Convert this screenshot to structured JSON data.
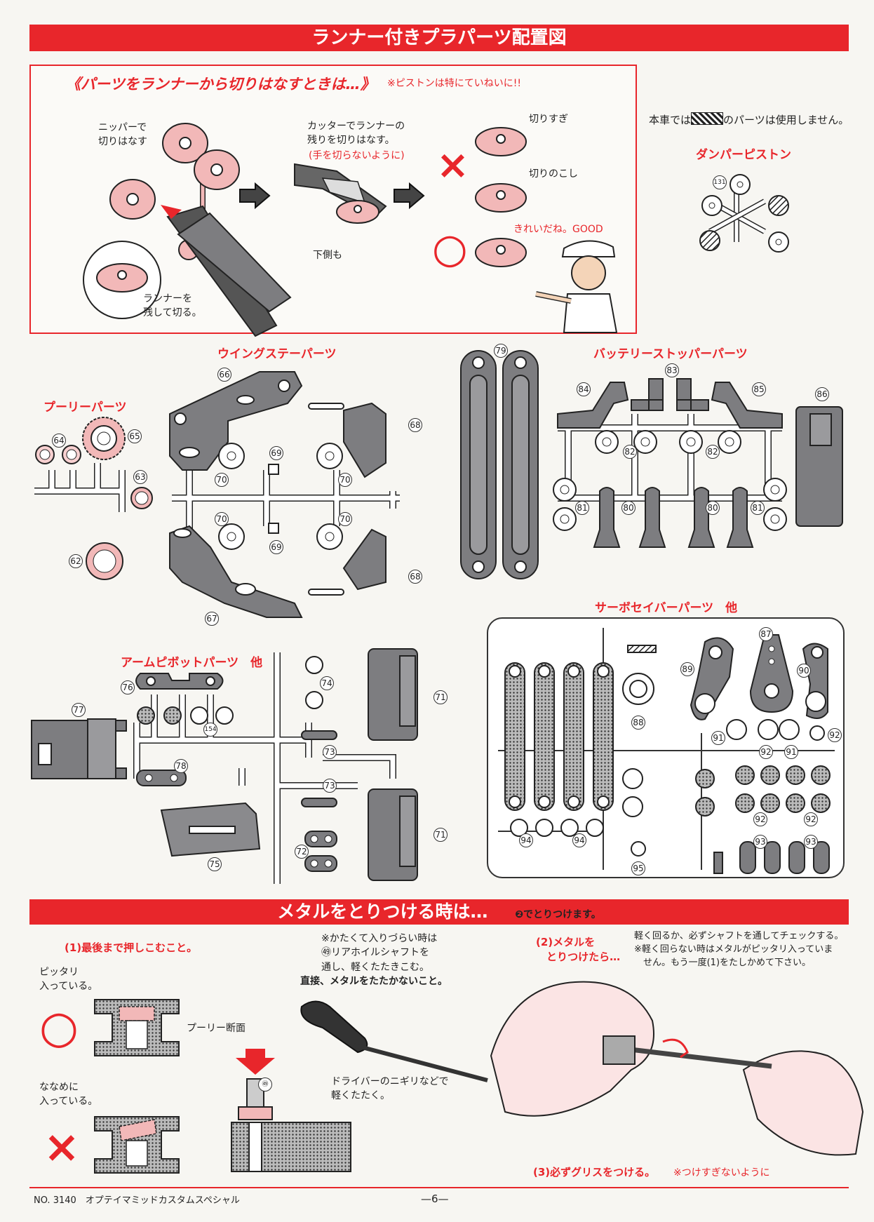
{
  "header": {
    "title": "ランナー付きプラパーツ配置図"
  },
  "cut_box": {
    "title": "《パーツをランナーから切りはなすときは…》",
    "note": "※ピストンは特にていねいに!!",
    "nipper_label": "ニッパーで\n切りはなす",
    "leave_runner": "ランナーを\n残して切る。",
    "cutter_label": "カッターでランナーの\n残りを切りはなす。",
    "cutter_caution": "(手を切らないように)",
    "underside": "下側も",
    "overcut": "切りすぎ",
    "undercut": "切りのこし",
    "good": "きれいだね。GOOD",
    "mark_bad": "×",
    "mark_good": "○"
  },
  "notice": {
    "before": "本車では",
    "after": "のパーツは使用しません。"
  },
  "sections": {
    "damper": "ダンパーピストン",
    "wing": "ウイングステーパーツ",
    "battery": "バッテリーストッパーパーツ",
    "pulley": "プーリーパーツ",
    "servo": "サーボセイバーパーツ　他",
    "arm": "アームピボットパーツ　他"
  },
  "metal": {
    "title": "メタルをとりつける時は…",
    "subnote": "❷でとりつけます。",
    "step1": "(1)最後まで押しこむこと。",
    "ok_label": "ピッタリ\n入っている。",
    "ng_label": "ななめに\n入っている。",
    "pulley_section": "プーリー断面",
    "hard_note": "※かたくて入りづらい時は\n㊾リアホイルシャフトを\n通し、軽くたたきこむ。",
    "warn": "直接、メタルをたたかないこと。",
    "driver_note": "ドライバーのニギリなどで\n軽くたたく。",
    "step2": "(2)メタルを\n　とりつけたら…",
    "step2_note": "軽く回るか、必ずシャフトを通してチェックする。\n※軽く回らない時はメタルがピッタリ入っていま\n　せん。もう一度(1)をたしかめて下さい。",
    "step3": "(3)必ずグリスをつける。",
    "step3_note": "※つけすぎないように",
    "shaft_num": "㊾",
    "mark_good": "○",
    "mark_bad": "×"
  },
  "footer": {
    "model": "NO. 3140　オプテイマミッドカスタムスペシャル",
    "page": "—6—"
  },
  "part_numbers": {
    "n131": "131",
    "n66": "66",
    "n67": "67",
    "n68a": "68",
    "n68b": "68",
    "n69a": "69",
    "n69b": "69",
    "n70a": "70",
    "n70b": "70",
    "n70c": "70",
    "n70d": "70",
    "n64": "64",
    "n65": "65",
    "n63": "63",
    "n62": "62",
    "n79": "79",
    "n83": "83",
    "n84": "84",
    "n85": "85",
    "n86": "86",
    "n82a": "82",
    "n82b": "82",
    "n81a": "81",
    "n81b": "81",
    "n80a": "80",
    "n80b": "80",
    "n87": "87",
    "n88": "88",
    "n89": "89",
    "n90": "90",
    "n91a": "91",
    "n91b": "91",
    "n92a": "92",
    "n92b": "92",
    "n92c": "92",
    "n92d": "92",
    "n93a": "93",
    "n93b": "93",
    "n94a": "94",
    "n94b": "94",
    "n95": "95",
    "n76": "76",
    "n77": "77",
    "n74": "74",
    "n71a": "71",
    "n71b": "71",
    "n154": "154",
    "n73a": "73",
    "n73b": "73",
    "n78": "78",
    "n72": "72",
    "n75": "75"
  }
}
